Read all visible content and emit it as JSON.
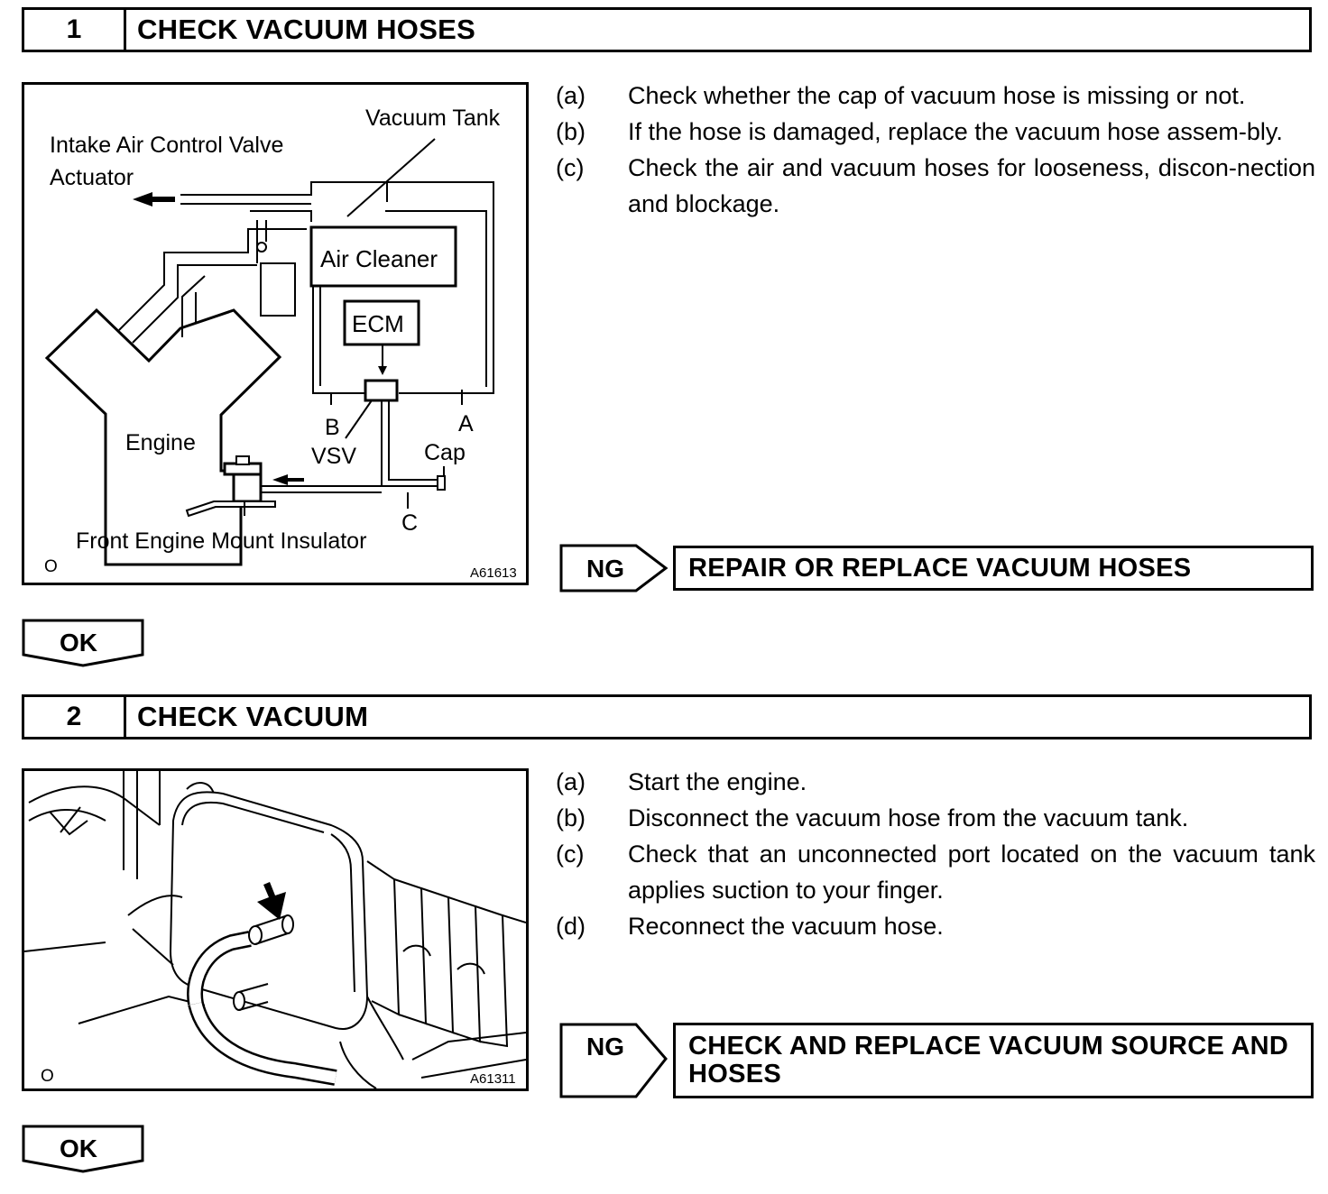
{
  "section1": {
    "number": "1",
    "title": "CHECK VACUUM HOSES",
    "figure": {
      "labels": {
        "vacuum_tank": "Vacuum Tank",
        "intake_1": "Intake Air Control Valve",
        "intake_2": "Actuator",
        "air_cleaner": "Air Cleaner",
        "ecm": "ECM",
        "engine": "Engine",
        "b": "B",
        "a": "A",
        "vsv": "VSV",
        "cap": "Cap",
        "c": "C",
        "mount": "Front Engine Mount Insulator",
        "corner": "O",
        "fig_id": "A61613"
      }
    },
    "steps": [
      {
        "label": "(a)",
        "text": "Check whether the cap of vacuum  hose is missing or not."
      },
      {
        "label": "(b)",
        "text": "If the hose is damaged, replace the vacuum hose assem-bly."
      },
      {
        "label": "(c)",
        "text": "Check the air and vacuum hoses for looseness, discon-nection and blockage."
      }
    ],
    "ng_label": "NG",
    "ng_action": "REPAIR OR REPLACE VACUUM HOSES",
    "ok_label": "OK"
  },
  "section2": {
    "number": "2",
    "title": "CHECK VACUUM",
    "figure": {
      "labels": {
        "corner": "O",
        "fig_id": "A61311"
      }
    },
    "steps": [
      {
        "label": "(a)",
        "text": "Start the engine."
      },
      {
        "label": "(b)",
        "text": "Disconnect the vacuum hose from the vacuum tank."
      },
      {
        "label": "(c)",
        "text": "Check that an unconnected port located on the vacuum tank applies suction to your finger."
      },
      {
        "label": "(d)",
        "text": "Reconnect the vacuum hose."
      }
    ],
    "ng_label": "NG",
    "ng_action_line1": "CHECK AND REPLACE VACUUM SOURCE AND",
    "ng_action_line2": "HOSES",
    "ok_label": "OK"
  }
}
